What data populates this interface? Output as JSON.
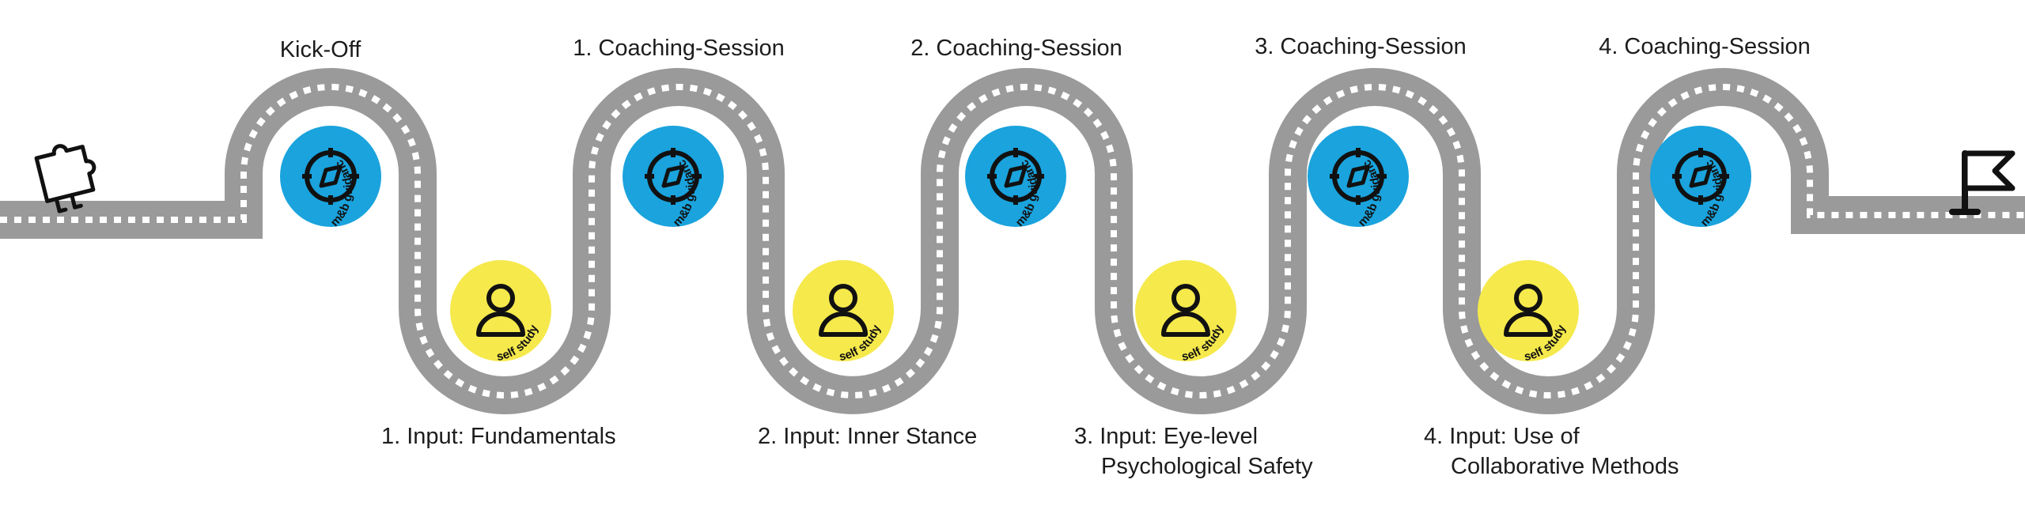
{
  "colors": {
    "road": "#9a9a9a",
    "road_dash": "#ffffff",
    "guidance": "#1aa3dd",
    "self_study": "#f5e94c",
    "icon": "#111111"
  },
  "icons": {
    "start": "puzzle-piece-icon",
    "finish": "flag-icon",
    "guidance": "compass-icon",
    "self_study": "person-icon"
  },
  "sessions": [
    {
      "label": "Kick-Off",
      "badge": "m&b guidance"
    },
    {
      "label": "1. Coaching-Session",
      "badge": "m&b guidance"
    },
    {
      "label": "2. Coaching-Session",
      "badge": "m&b guidance"
    },
    {
      "label": "3. Coaching-Session",
      "badge": "m&b guidance"
    },
    {
      "label": "4. Coaching-Session",
      "badge": "m&b guidance"
    }
  ],
  "inputs": [
    {
      "lines": [
        "1. Input: Fundamentals",
        ""
      ],
      "badge": "self study"
    },
    {
      "lines": [
        "2. Input: Inner Stance",
        ""
      ],
      "badge": "self study"
    },
    {
      "lines": [
        "3. Input: Eye-level",
        "Psychological Safety"
      ],
      "badge": "self study"
    },
    {
      "lines": [
        "4. Input: Use of",
        "Collaborative Methods"
      ],
      "badge": "self study"
    }
  ]
}
